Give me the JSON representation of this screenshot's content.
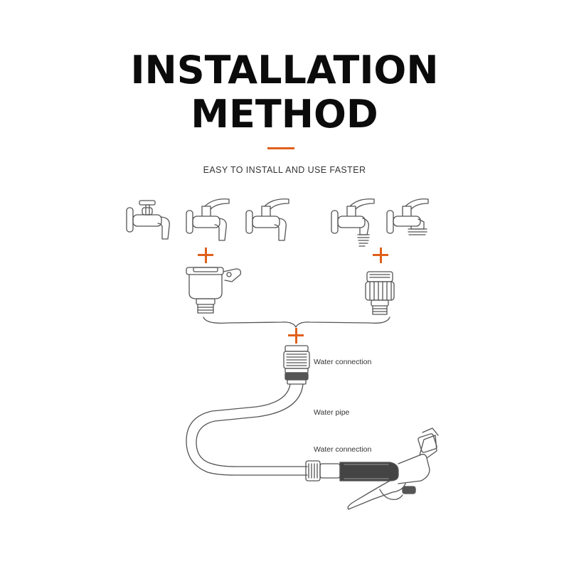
{
  "heading": {
    "line1": "INSTALLATION",
    "line2": "METHOD",
    "subtitle": "EASY TO INSTALL AND USE FASTER"
  },
  "labels": {
    "water_connection_top": "Water connection",
    "water_pipe": "Water pipe",
    "water_connection_bottom": "Water connection"
  },
  "colors": {
    "accent": "#e0601c",
    "line": "#555555",
    "text": "#111111"
  },
  "icons": [
    "tap-icon",
    "plus-icon",
    "tap-adapter-icon",
    "hose-connector-icon",
    "spray-gun-icon"
  ]
}
